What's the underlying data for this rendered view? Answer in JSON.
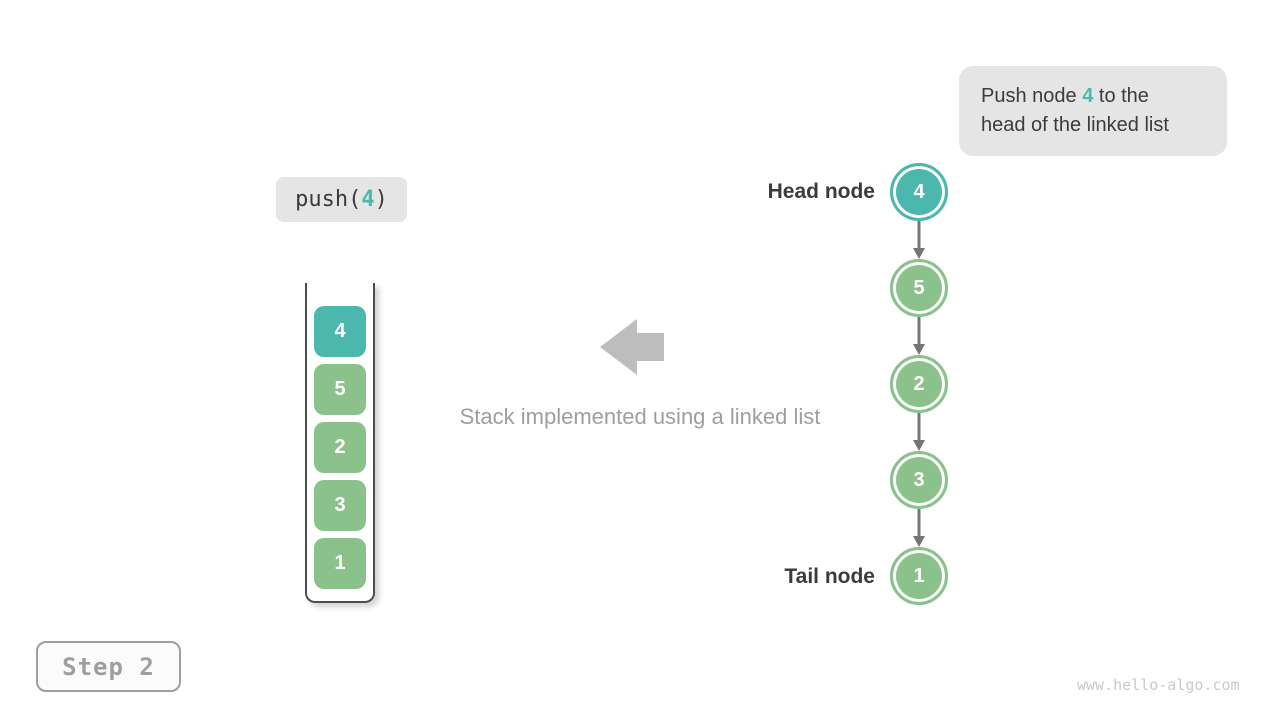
{
  "colors": {
    "teal": "#4bb7ad",
    "green": "#8bc18b",
    "big_arrow_gray": "#bdbdbd",
    "connector_gray": "#757575",
    "text_dark": "#3b3b3b",
    "text_gray": "#9e9e9e",
    "box_bg": "#e5e5e5"
  },
  "callout": {
    "line1_prefix": "Push node ",
    "highlight": "4",
    "line1_suffix": " to the",
    "line2": "head of the linked list"
  },
  "operation": {
    "prefix": "push(",
    "arg": "4",
    "suffix": ")"
  },
  "stack": {
    "items": [
      {
        "value": "4",
        "color": "#4bb7ad"
      },
      {
        "value": "5",
        "color": "#8bc18b"
      },
      {
        "value": "2",
        "color": "#8bc18b"
      },
      {
        "value": "3",
        "color": "#8bc18b"
      },
      {
        "value": "1",
        "color": "#8bc18b"
      }
    ]
  },
  "caption": "Stack implemented using a linked list",
  "linked_list": {
    "head_label": "Head node",
    "tail_label": "Tail node",
    "nodes": [
      {
        "value": "4",
        "color": "#4bb7ad"
      },
      {
        "value": "5",
        "color": "#8bc18b"
      },
      {
        "value": "2",
        "color": "#8bc18b"
      },
      {
        "value": "3",
        "color": "#8bc18b"
      },
      {
        "value": "1",
        "color": "#8bc18b"
      }
    ]
  },
  "step": {
    "label": "Step 2"
  },
  "watermark": "www.hello-algo.com"
}
